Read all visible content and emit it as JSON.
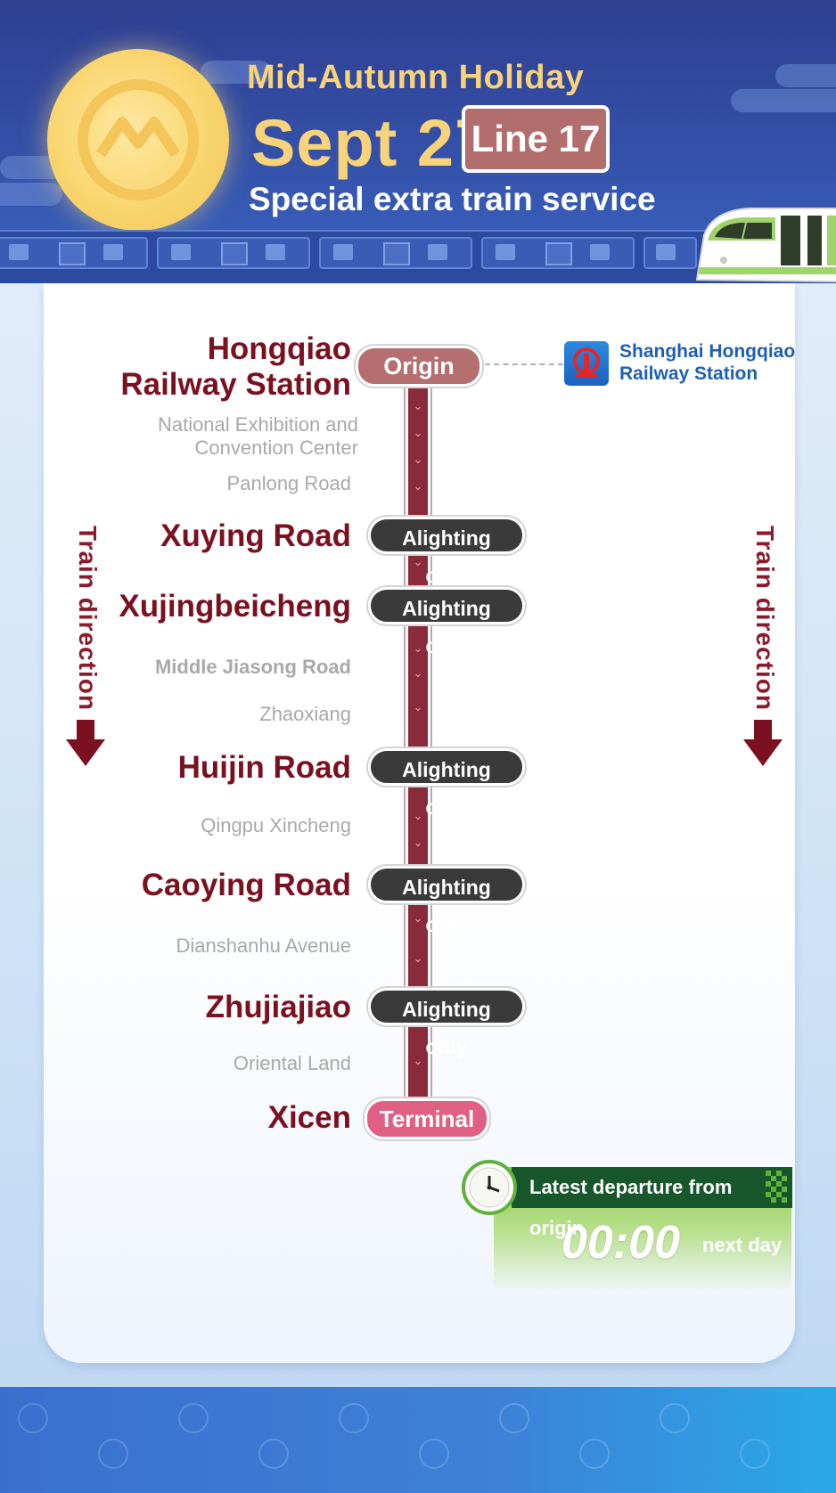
{
  "header": {
    "title": "Mid-Autumn Holiday",
    "date": "Sept 27",
    "line": "Line 17",
    "subtitle": "Special extra train service"
  },
  "origin": {
    "name_line1": "Hongqiao",
    "name_line2": "Railway Station",
    "badge": "Origin",
    "connection_line1": "Shanghai Hongqiao",
    "connection_line2": "Railway Station"
  },
  "stations": {
    "nec_line1": "National Exhibition and",
    "nec_line2": "Convention Center",
    "panlong": "Panlong Road",
    "xuying": "Xuying Road",
    "xujingbeicheng": "Xujingbeicheng",
    "jiasong": "Middle Jiasong Road",
    "zhaoxiang": "Zhaoxiang",
    "huijin": "Huijin Road",
    "qingpu": "Qingpu Xincheng",
    "caoying": "Caoying Road",
    "dianshanhu": "Dianshanhu Avenue",
    "zhujiajiao": "Zhujiajiao",
    "oriental": "Oriental Land",
    "xicen": "Xicen"
  },
  "badges": {
    "alighting": "Alighting only",
    "terminal": "Terminal"
  },
  "direction_label": "Train direction",
  "departure": {
    "label": "Latest departure from origin",
    "time": "00:00",
    "note": "next day"
  },
  "colors": {
    "header_bg": "#2f3f92",
    "line_accent": "#8b2a3a",
    "major_station": "#7a1020",
    "terminal": "#e06084",
    "origin": "#b56f70",
    "departure_green": "#17572b"
  }
}
